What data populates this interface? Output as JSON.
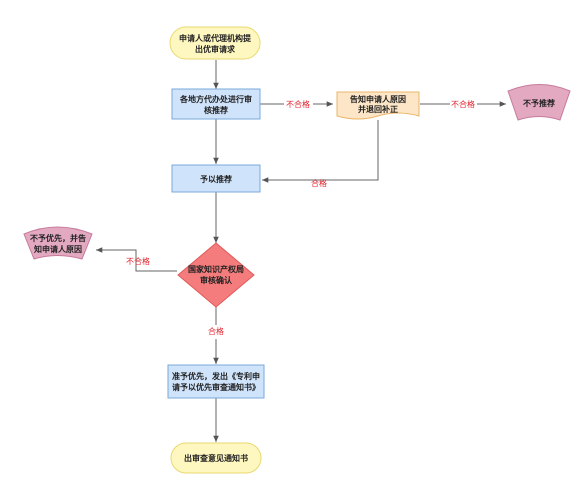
{
  "diagram": {
    "nodes": {
      "start": {
        "lines": [
          "申请人或代理机构提",
          "出优审请求"
        ],
        "fill": "#fff7c0",
        "stroke": "#e9d970"
      },
      "recommend_review": {
        "lines": [
          "各地方代办处进行审",
          "核推荐"
        ],
        "fill": "#cfe3fb",
        "stroke": "#7aa9da"
      },
      "notify_correct": {
        "lines": [
          "告知申请人原因",
          "并退回补正"
        ],
        "fill": "#fde6c7",
        "stroke": "#e9b66b"
      },
      "not_recommended": {
        "lines": [
          "不予推荐"
        ],
        "fill": "#e3a9c0",
        "stroke": "#c77a9c"
      },
      "recommended": {
        "lines": [
          "予以推荐"
        ],
        "fill": "#cfe3fb",
        "stroke": "#7aa9da"
      },
      "cnipa_review": {
        "lines": [
          "国家知识产权局",
          "审核确认"
        ],
        "fill": "#f47c7c",
        "stroke": "#e05a5a"
      },
      "not_prioritized": {
        "lines": [
          "不予优先，并告",
          "知申请人原因"
        ],
        "fill": "#e3a9c0",
        "stroke": "#c77a9c"
      },
      "approved": {
        "lines": [
          "准予优先，发出《专利申",
          "请予以优先审查通知书》"
        ],
        "fill": "#cfe3fb",
        "stroke": "#7aa9da"
      },
      "end": {
        "lines": [
          "出审查意见通知书"
        ],
        "fill": "#fff7c0",
        "stroke": "#e9d970"
      }
    },
    "edge_labels": {
      "fail_1": "不合格",
      "fail_2": "不合格",
      "pass_1": "合格",
      "fail_3": "不合格",
      "pass_2": "合格"
    },
    "colors": {
      "line": "#666666",
      "label": "#e0242e"
    }
  }
}
